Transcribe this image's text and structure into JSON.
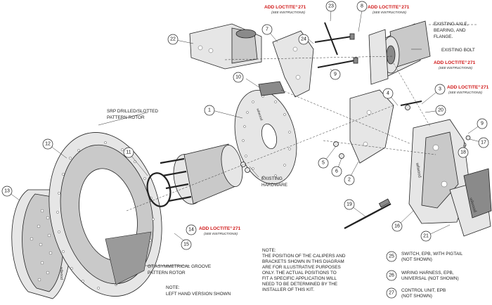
{
  "colors": {
    "loctite_red": "#d01818",
    "ink": "#222222",
    "part_fill": "#e6e6e6",
    "part_dark": "#8a8a8a"
  },
  "loctite_notes": [
    {
      "main": "ADD LOCTITE",
      "reg": "®",
      "num": "271",
      "sub": "(SEE INSTRUCTIONS)"
    },
    {
      "main": "ADD LOCTITE",
      "reg": "®",
      "num": "271",
      "sub": "(SEE INSTRUCTIONS)"
    },
    {
      "main": "ADD LOCTITE",
      "reg": "®",
      "num": "271",
      "sub": "(SEE INSTRUCTIONS)"
    },
    {
      "main": "ADD LOCTITE",
      "reg": "®",
      "num": "271",
      "sub": "(SEE INSTRUCTIONS)"
    },
    {
      "main": "ADD LOCTITE",
      "reg": "®",
      "num": "271",
      "sub": "(SEE INSTRUCTIONS)"
    }
  ],
  "labels": {
    "existing_axle": [
      "EXISTING AXLE,",
      "BEARING, AND",
      "FLANGE."
    ],
    "existing_bolt": "EXISTING BOLT",
    "srp_rotor": [
      "SRP DRILLED/SLOTTED",
      "PATTERN ROTOR"
    ],
    "existing_hardware": [
      "EXISTING",
      "HARDWARE"
    ],
    "gt_rotor": [
      "GT ASYMMETRICAL GROOVE",
      "PATTERN ROTOR"
    ],
    "note_left": [
      "NOTE:",
      "LEFT HAND VERSION SHOWN"
    ],
    "note_center": [
      "NOTE:",
      "THE POSITION OF THE CALIPERS AND",
      "BRACKETS SHOWN IN THIS DIAGRAM",
      "ARE FOR ILLUSTRATIVE PURPOSES",
      "ONLY.  THE ACTUAL POSITIONS TO",
      "FIT A SPECIFIC APPLICATION WILL",
      "NEED TO BE DETERMINED BY THE",
      "INSTALLER OF THIS KIT."
    ],
    "item25": [
      "SWITCH, EPB, WITH PIGTAIL",
      "(NOT SHOWN)"
    ],
    "item26": [
      "WIRING HARNESS, EPB,",
      "UNIVERSAL (NOT SHOWN)"
    ],
    "item27": [
      "CONTROL UNIT, EPB",
      "(NOT SHOWN)"
    ],
    "brand": "wilwood"
  },
  "part_numbers": [
    "1",
    "2",
    "3",
    "4",
    "5",
    "6",
    "7",
    "8",
    "9",
    "10",
    "11",
    "12",
    "13",
    "14",
    "15",
    "16",
    "17",
    "18",
    "19",
    "20",
    "21",
    "22",
    "23",
    "24",
    "25",
    "26",
    "27"
  ]
}
